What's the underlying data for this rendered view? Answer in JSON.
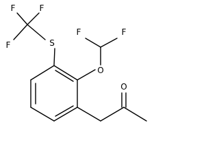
{
  "molecule": {
    "atoms": {
      "f_top_left": "F",
      "f_top_right": "F",
      "f_mid_left": "F",
      "s": "S",
      "f_difluoro_left": "F",
      "f_difluoro_right": "F",
      "o_ether": "O",
      "o_ketone": "O"
    }
  }
}
